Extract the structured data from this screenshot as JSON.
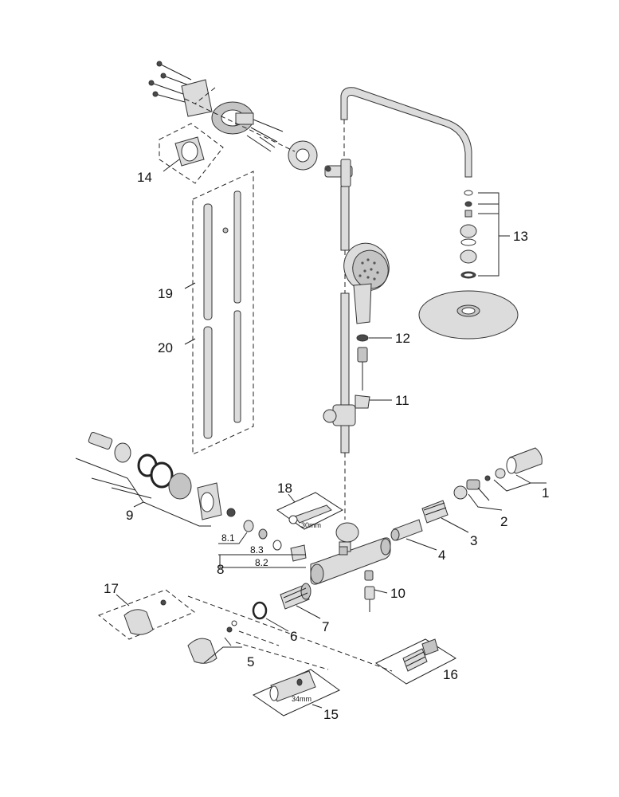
{
  "callouts": {
    "n1": "1",
    "n2": "2",
    "n3": "3",
    "n4": "4",
    "n5": "5",
    "n6": "6",
    "n7": "7",
    "n8": "8",
    "n8_1": "8.1",
    "n8_2": "8.2",
    "n8_3": "8.3",
    "n9": "9",
    "n10": "10",
    "n11": "11",
    "n12": "12",
    "n13": "13",
    "n14": "14",
    "n15": "15",
    "n16": "16",
    "n17": "17",
    "n18": "18",
    "n19": "19",
    "n20": "20"
  },
  "tool_sizes": {
    "wrench_18": "30mm",
    "wrench_15": "34mm"
  },
  "colors": {
    "line": "#222222",
    "metal": "#dcdcdc",
    "dark": "#4a4a4a"
  }
}
